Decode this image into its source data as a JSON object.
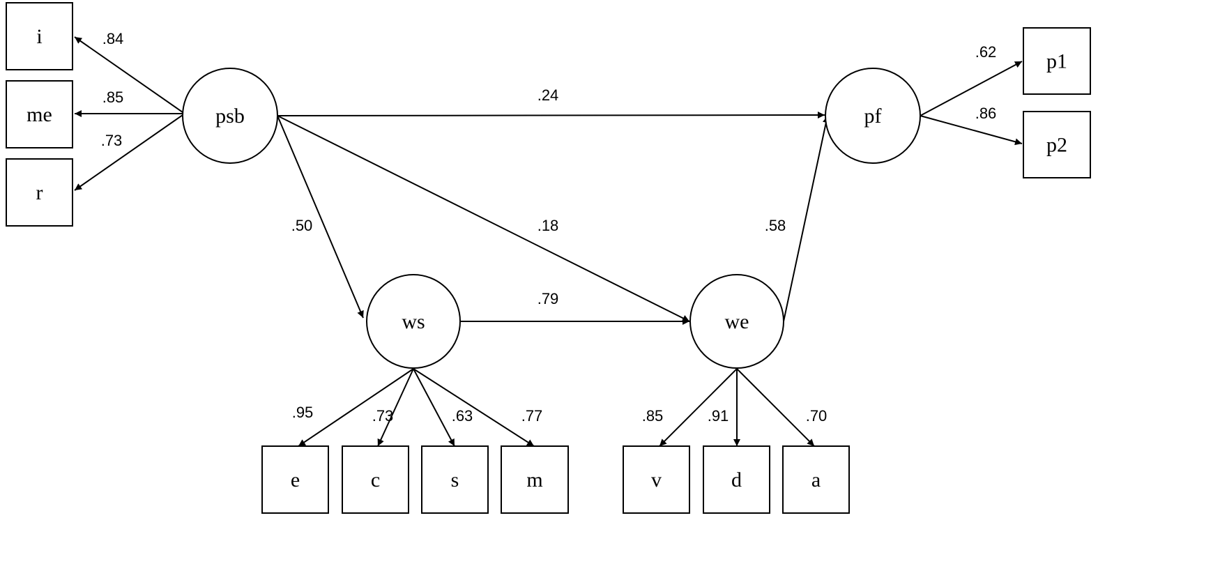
{
  "diagram": {
    "latent_nodes": [
      {
        "id": "psb",
        "label": "psb"
      },
      {
        "id": "ws",
        "label": "ws"
      },
      {
        "id": "we",
        "label": "we"
      },
      {
        "id": "pf",
        "label": "pf"
      }
    ],
    "observed_nodes": [
      {
        "id": "i",
        "label": "i"
      },
      {
        "id": "me",
        "label": "me"
      },
      {
        "id": "r",
        "label": "r"
      },
      {
        "id": "e",
        "label": "e"
      },
      {
        "id": "c",
        "label": "c"
      },
      {
        "id": "s",
        "label": "s"
      },
      {
        "id": "m",
        "label": "m"
      },
      {
        "id": "v",
        "label": "v"
      },
      {
        "id": "d",
        "label": "d"
      },
      {
        "id": "a",
        "label": "a"
      },
      {
        "id": "p1",
        "label": "p1"
      },
      {
        "id": "p2",
        "label": "p2"
      }
    ],
    "edges": [
      {
        "from": "psb",
        "to": "i",
        "label": ".84"
      },
      {
        "from": "psb",
        "to": "me",
        "label": ".85"
      },
      {
        "from": "psb",
        "to": "r",
        "label": ".73"
      },
      {
        "from": "psb",
        "to": "pf",
        "label": ".24"
      },
      {
        "from": "psb",
        "to": "ws",
        "label": ".50"
      },
      {
        "from": "psb",
        "to": "we",
        "label": ".18"
      },
      {
        "from": "ws",
        "to": "we",
        "label": ".79"
      },
      {
        "from": "we",
        "to": "pf",
        "label": ".58"
      },
      {
        "from": "pf",
        "to": "p1",
        "label": ".62"
      },
      {
        "from": "pf",
        "to": "p2",
        "label": ".86"
      },
      {
        "from": "ws",
        "to": "e",
        "label": ".95"
      },
      {
        "from": "ws",
        "to": "c",
        "label": ".73"
      },
      {
        "from": "ws",
        "to": "s",
        "label": ".63"
      },
      {
        "from": "ws",
        "to": "m",
        "label": ".77"
      },
      {
        "from": "we",
        "to": "v",
        "label": ".85"
      },
      {
        "from": "we",
        "to": "d",
        "label": ".91"
      },
      {
        "from": "we",
        "to": "a",
        "label": ".70"
      }
    ]
  }
}
